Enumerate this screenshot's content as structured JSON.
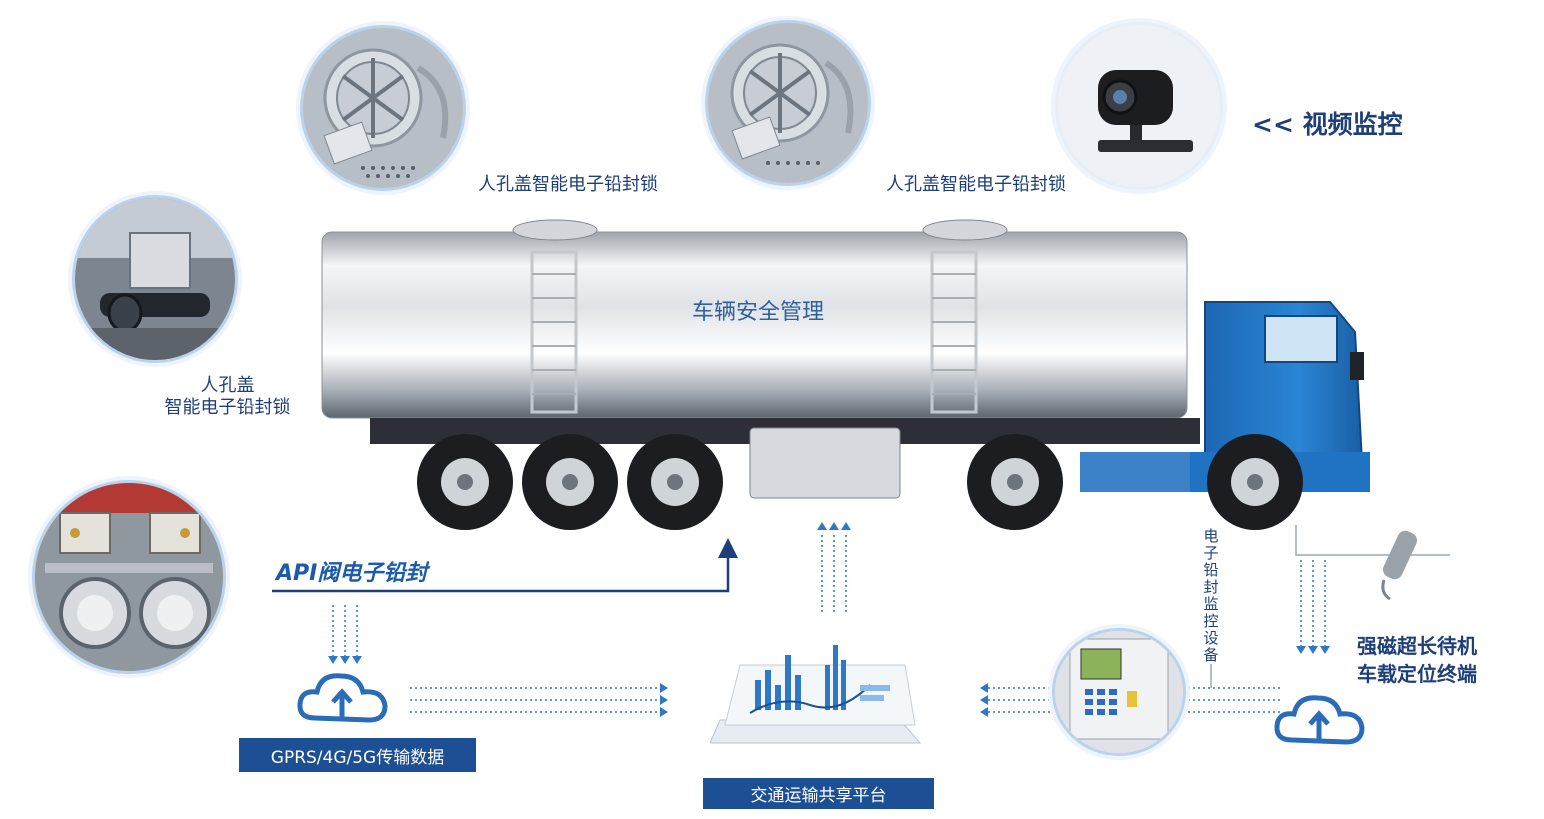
{
  "labels": {
    "manhole_top_left": "人孔盖智能电子铅封锁",
    "manhole_top_right": "人孔盖智能电子铅封锁",
    "manhole_side_line1": "人孔盖",
    "manhole_side_line2": "智能电子铅封锁",
    "video_monitor": "<< 视频监控",
    "vehicle_safety": "车辆安全管理",
    "api_valve_seal": "API阀电子铅封",
    "seal_monitor_device": "电子铅封监控设备",
    "locator_line1": "强磁超长待机",
    "locator_line2": "车载定位终端",
    "transmission": "GPRS/4G/5G传输数据",
    "platform": "交通运输共享平台"
  },
  "colors": {
    "text_blue": "#1f3f78",
    "box_blue": "#1d4f94",
    "cab_blue": "#1f73c2",
    "arrow_blue": "#4a8fd4",
    "cloud_blue": "#2a6cb8"
  }
}
